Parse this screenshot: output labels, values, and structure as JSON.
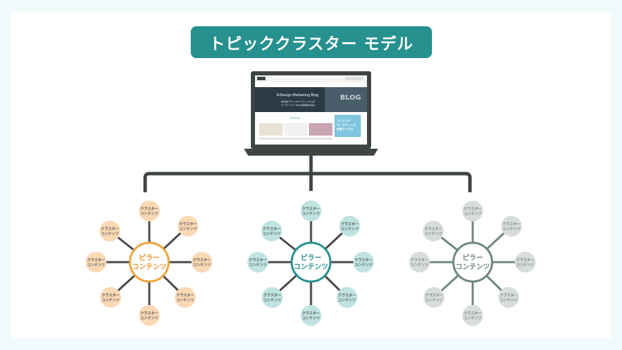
{
  "title": "トピッククラスター モデル",
  "laptop_screen": {
    "blog_title": "SiDesign Marketing Blog",
    "blog_word": "BLOG",
    "hero_line1": "株式会社デザインのマーケティングブログ",
    "hero_line2": "マーケティング・SEOの最新情報をお届け",
    "pickup": "PICK UP",
    "banner_line1": "コンテンツ",
    "banner_line2": "マーケティング",
    "banner_line3": "支援サービス"
  },
  "clusters": [
    {
      "pillar_line1": "ピラー",
      "pillar_line2": "コンテンツ",
      "colors": {
        "fill": "#fad9b5",
        "stroke": "#f0a33a",
        "text": "#e8962e",
        "line": "#4a4a4a",
        "node_text": "#555555"
      },
      "nodes": [
        {
          "line1": "クラスター",
          "line2": "コンテンツ"
        },
        {
          "line1": "クラスター",
          "line2": "コンテンツ"
        },
        {
          "line1": "クラスター",
          "line2": "コンテンツ"
        },
        {
          "line1": "クラスター",
          "line2": "コンテンツ"
        },
        {
          "line1": "クラスター",
          "line2": "コンテンツ"
        },
        {
          "line1": "クラスター",
          "line2": "コンテンツ"
        },
        {
          "line1": "クラスター",
          "line2": "コンテンツ"
        },
        {
          "line1": "クラスター",
          "line2": "コンテンツ"
        }
      ]
    },
    {
      "pillar_line1": "ピラー",
      "pillar_line2": "コンテンツ",
      "colors": {
        "fill": "#bfe3e0",
        "stroke": "#26918f",
        "text": "#26918f",
        "line": "#4a4a4a",
        "node_text": "#555555"
      },
      "nodes": [
        {
          "line1": "クラスター",
          "line2": "コンテンツ"
        },
        {
          "line1": "クラスター",
          "line2": "コンテンツ"
        },
        {
          "line1": "クラスター",
          "line2": "コンテンツ"
        },
        {
          "line1": "クラスター",
          "line2": "コンテンツ"
        },
        {
          "line1": "クラスター",
          "line2": "コンテンツ"
        },
        {
          "line1": "クラスター",
          "line2": "コンテンツ"
        },
        {
          "line1": "クラスター",
          "line2": "コンテンツ"
        },
        {
          "line1": "クラスター",
          "line2": "コンテンツ"
        }
      ]
    },
    {
      "pillar_line1": "ピラー",
      "pillar_line2": "コンテンツ",
      "colors": {
        "fill": "#d8dddc",
        "stroke": "#6f8683",
        "text": "#6f8683",
        "line": "#6f8683",
        "node_text": "#7a8381"
      },
      "nodes": [
        {
          "line1": "クラスター",
          "line2": "コンテンツ"
        },
        {
          "line1": "クラスター",
          "line2": "コンテンツ"
        },
        {
          "line1": "クラスター",
          "line2": "コンテンツ"
        },
        {
          "line1": "クラスター",
          "line2": "コンテンツ"
        },
        {
          "line1": "クラスター",
          "line2": "コンテンツ"
        },
        {
          "line1": "クラスター",
          "line2": "コンテンツ"
        },
        {
          "line1": "クラスター",
          "line2": "コンテンツ"
        },
        {
          "line1": "クラスター",
          "line2": "コンテンツ"
        }
      ]
    }
  ],
  "colors": {
    "accent": "#26918f",
    "laptop": "#3f4544",
    "connector": "#3f4544",
    "background": "#f0fafb"
  }
}
